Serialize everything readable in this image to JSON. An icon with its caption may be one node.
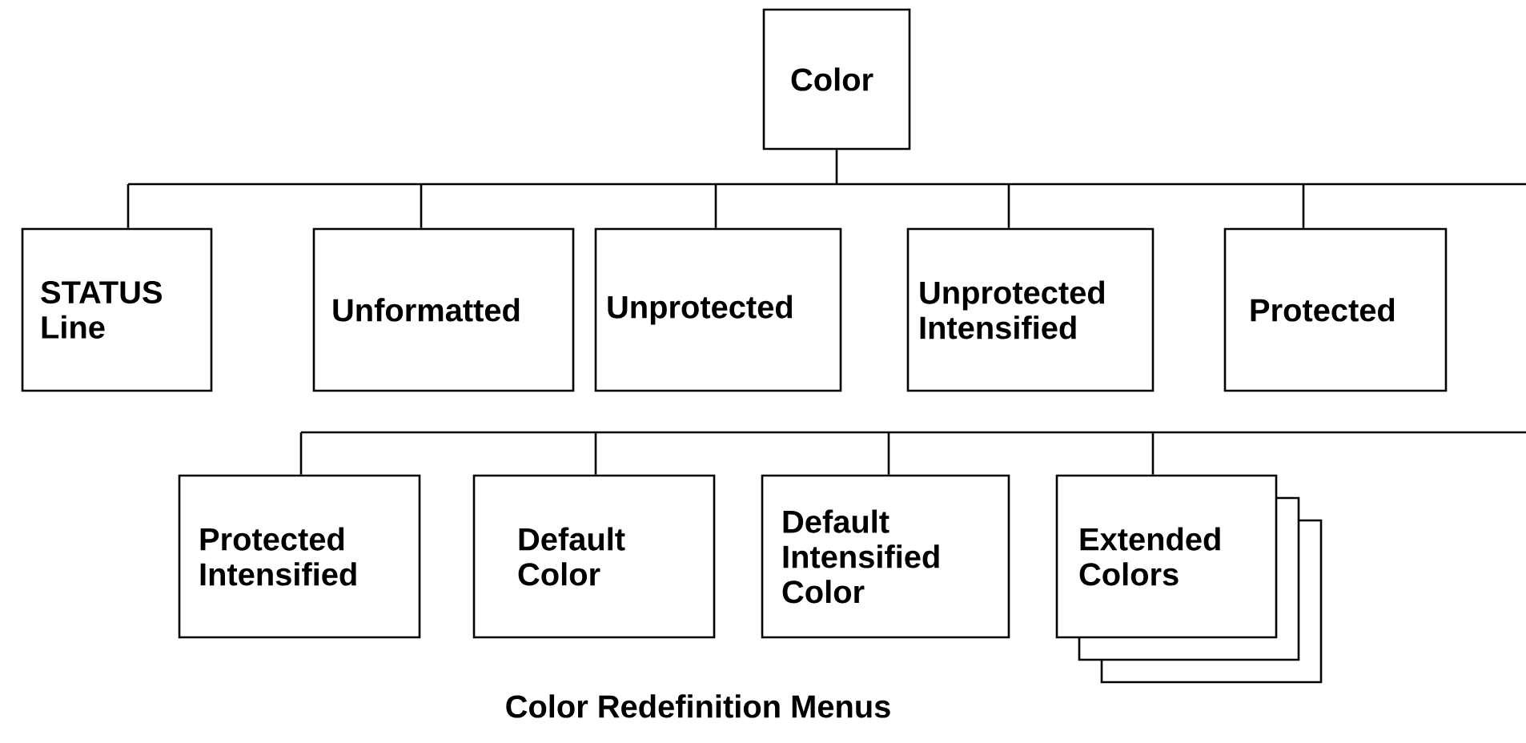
{
  "diagram": {
    "caption": "Color Redefinition Menus",
    "nodes": [
      {
        "text": [
          "Color"
        ]
      },
      {
        "text": [
          "STATUS Line"
        ]
      },
      {
        "text": [
          "Unformatted"
        ]
      },
      {
        "text": [
          "Unprotected"
        ]
      },
      {
        "text": [
          "Unprotected Intensified"
        ]
      },
      {
        "text": [
          "Protected"
        ]
      },
      {
        "text": [
          "Protected Intensified"
        ]
      },
      {
        "text": [
          "Default Color"
        ]
      },
      {
        "text": [
          "Default Intensified Color"
        ]
      },
      {
        "text": [
          "Extended Colors"
        ]
      }
    ],
    "edges": [
      {
        "from": 0,
        "to": 1,
        "arrow": "none"
      },
      {
        "from": 0,
        "to": 2,
        "arrow": "none"
      },
      {
        "from": 0,
        "to": 3,
        "arrow": "none"
      },
      {
        "from": 0,
        "to": 4,
        "arrow": "none"
      },
      {
        "from": 0,
        "to": 5,
        "arrow": "none"
      },
      {
        "from": 0,
        "to": 6,
        "arrow": "none"
      },
      {
        "from": 0,
        "to": 7,
        "arrow": "none"
      },
      {
        "from": 0,
        "to": 8,
        "arrow": "none"
      },
      {
        "from": 0,
        "to": 9,
        "arrow": "none"
      }
    ]
  }
}
